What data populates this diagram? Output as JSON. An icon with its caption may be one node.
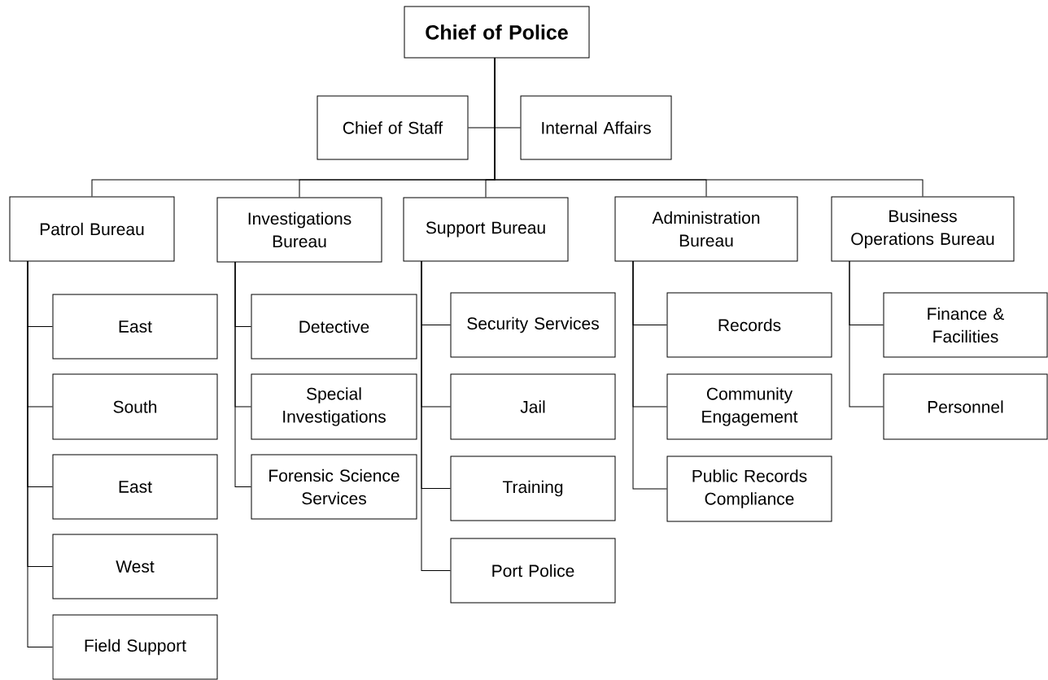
{
  "diagram": {
    "nodes": [
      {
        "text": [
          "Chief of Police"
        ]
      },
      {
        "text": [
          "Chief of Staff"
        ]
      },
      {
        "text": [
          "Internal Affairs"
        ]
      },
      {
        "text": [
          "Patrol Bureau"
        ]
      },
      {
        "text": [
          "Investigations Bureau"
        ]
      },
      {
        "text": [
          "Support Bureau"
        ]
      },
      {
        "text": [
          "Administration Bureau"
        ]
      },
      {
        "text": [
          "Business Operations Bureau"
        ]
      },
      {
        "text": [
          "East"
        ]
      },
      {
        "text": [
          "South"
        ]
      },
      {
        "text": [
          "East"
        ]
      },
      {
        "text": [
          "West"
        ]
      },
      {
        "text": [
          "Field Support"
        ]
      },
      {
        "text": [
          "Detective"
        ]
      },
      {
        "text": [
          "Special Investigations"
        ]
      },
      {
        "text": [
          "Forensic Science Services"
        ]
      },
      {
        "text": [
          "Security Services"
        ]
      },
      {
        "text": [
          "Jail"
        ]
      },
      {
        "text": [
          "Training"
        ]
      },
      {
        "text": [
          "Port Police"
        ]
      },
      {
        "text": [
          "Records"
        ]
      },
      {
        "text": [
          "Community Engagement"
        ]
      },
      {
        "text": [
          "Public Records Compliance"
        ]
      },
      {
        "text": [
          "Finance & Facilities"
        ]
      },
      {
        "text": [
          "Personnel"
        ]
      }
    ],
    "edges": [
      {
        "from": 0,
        "to": 1,
        "arrow": "none"
      },
      {
        "from": 0,
        "to": 2,
        "arrow": "none"
      },
      {
        "from": 0,
        "to": 3,
        "arrow": "none"
      },
      {
        "from": 0,
        "to": 4,
        "arrow": "none"
      },
      {
        "from": 0,
        "to": 5,
        "arrow": "none"
      },
      {
        "from": 0,
        "to": 6,
        "arrow": "none"
      },
      {
        "from": 0,
        "to": 7,
        "arrow": "none"
      },
      {
        "from": 3,
        "to": 8,
        "arrow": "none"
      },
      {
        "from": 3,
        "to": 9,
        "arrow": "none"
      },
      {
        "from": 3,
        "to": 10,
        "arrow": "none"
      },
      {
        "from": 3,
        "to": 11,
        "arrow": "none"
      },
      {
        "from": 3,
        "to": 12,
        "arrow": "none"
      },
      {
        "from": 4,
        "to": 13,
        "arrow": "none"
      },
      {
        "from": 4,
        "to": 14,
        "arrow": "none"
      },
      {
        "from": 4,
        "to": 15,
        "arrow": "none"
      },
      {
        "from": 5,
        "to": 16,
        "arrow": "none"
      },
      {
        "from": 5,
        "to": 17,
        "arrow": "none"
      },
      {
        "from": 5,
        "to": 18,
        "arrow": "none"
      },
      {
        "from": 5,
        "to": 19,
        "arrow": "none"
      },
      {
        "from": 6,
        "to": 20,
        "arrow": "none"
      },
      {
        "from": 6,
        "to": 21,
        "arrow": "none"
      },
      {
        "from": 6,
        "to": 22,
        "arrow": "none"
      },
      {
        "from": 7,
        "to": 23,
        "arrow": "none"
      },
      {
        "from": 7,
        "to": 24,
        "arrow": "none"
      }
    ]
  }
}
